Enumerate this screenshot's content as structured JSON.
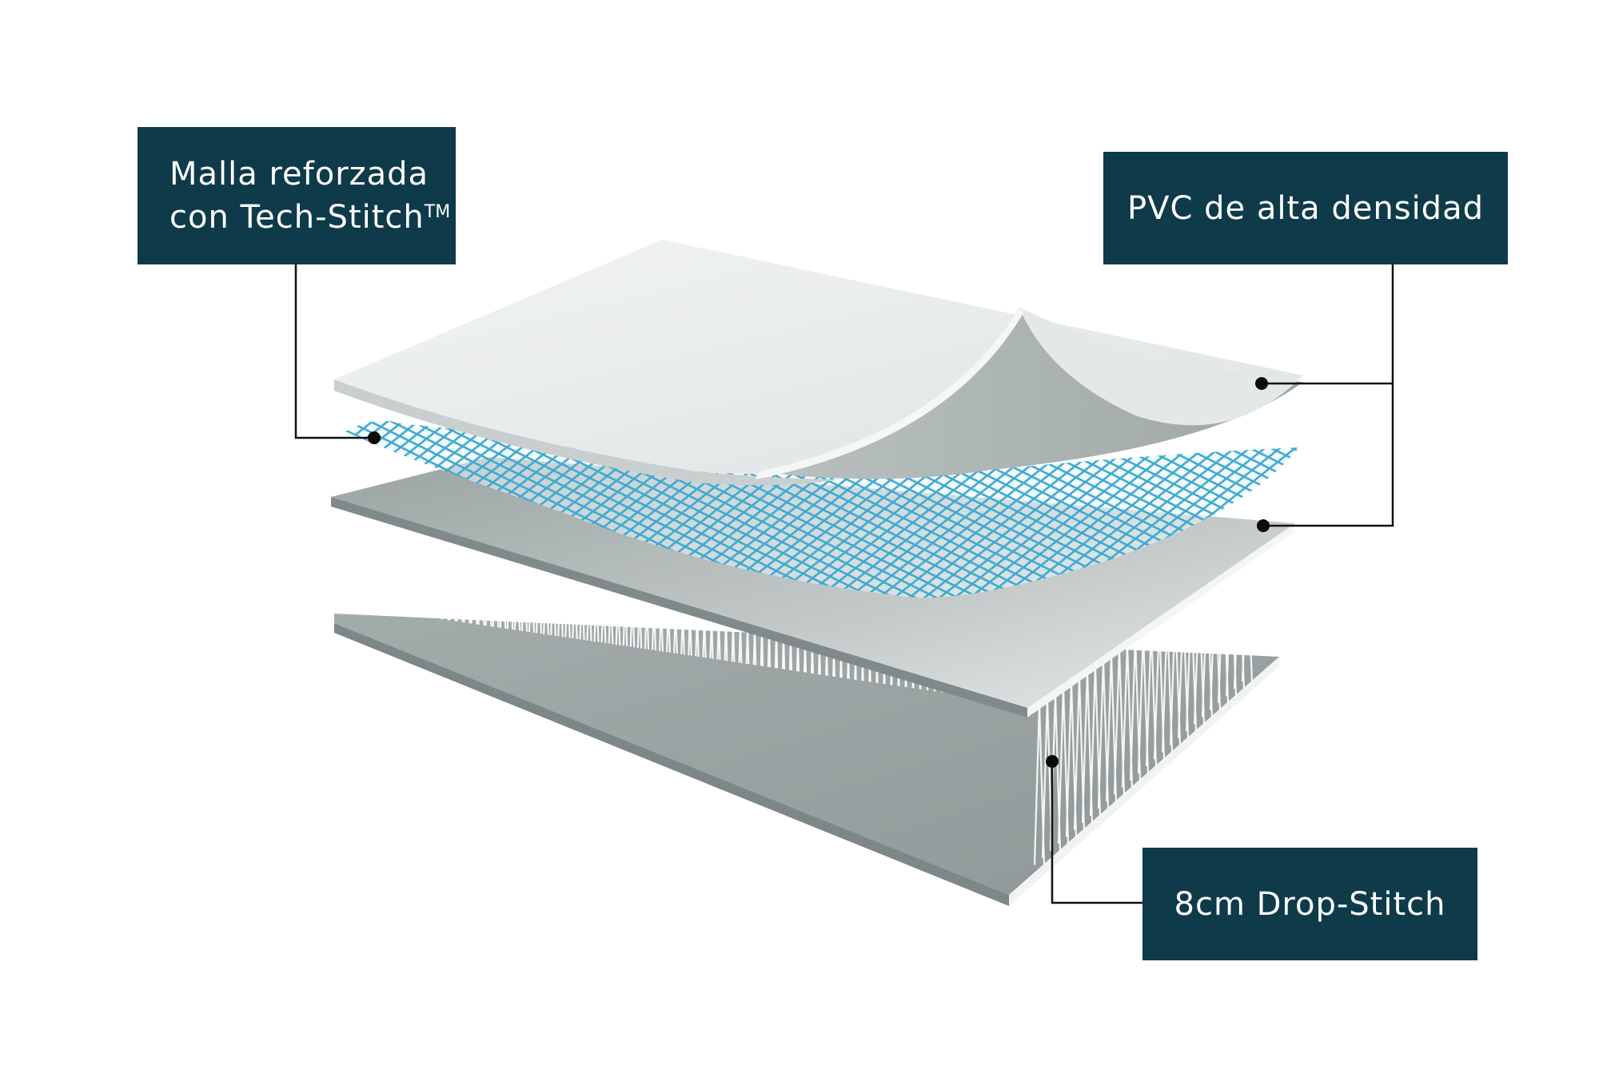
{
  "labels": {
    "mesh": {
      "line1": "Malla reforzada",
      "line2": "con Tech-Stitch",
      "mark": "TM"
    },
    "pvc": {
      "text": "PVC de alta densidad"
    },
    "drop_stitch": {
      "text": "8cm Drop-Stitch"
    }
  },
  "colors": {
    "label_bg": "#0f3a4a",
    "label_text": "#ffffff",
    "mesh": "#4ab3d4",
    "panel_light": "#e8ecec",
    "panel_dark": "#a9b0b0",
    "leader": "#111111"
  }
}
